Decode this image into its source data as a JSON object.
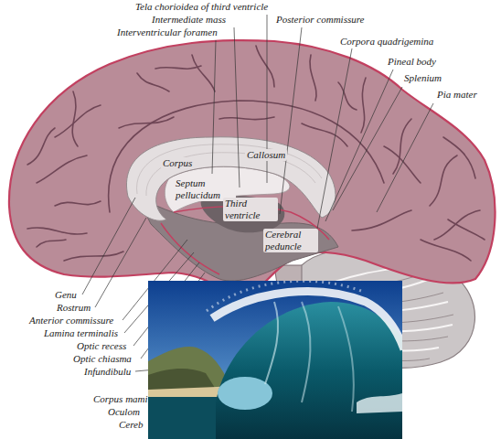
{
  "diagram": {
    "labels": [
      "Tela chorioidea of third ventricle",
      "Intermediate mass",
      "Interventricular foramen",
      "Posterior commissure",
      "Corpora quadrigemina",
      "Pineal body",
      "Splenium",
      "Pia mater",
      "Corpus",
      "Callosum",
      "Septum pellucidum",
      "Third ventricle",
      "Cerebral peduncle",
      "Genu",
      "Rostrum",
      "Anterior commissure",
      "Lamina terminalis",
      "Optic recess",
      "Optic chiasma",
      "Infundibulu",
      "Corpus mami",
      "Oculom",
      "Cereb"
    ]
  }
}
